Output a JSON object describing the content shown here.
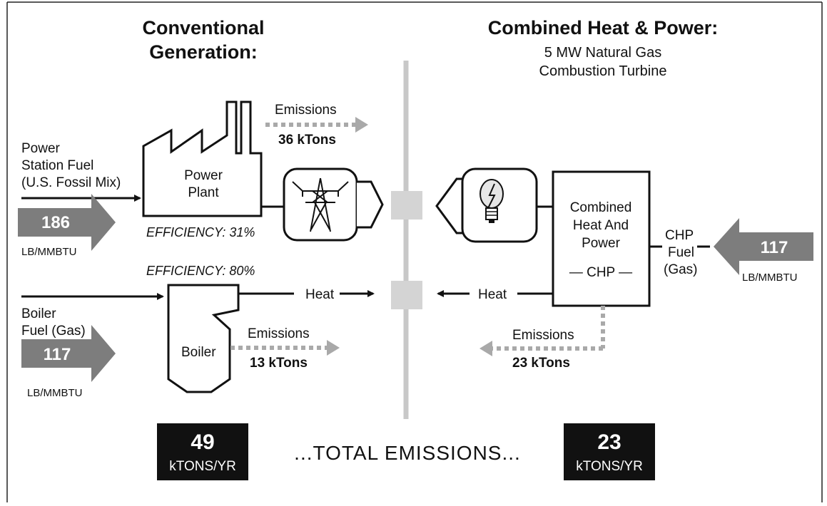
{
  "headings": {
    "left_line1": "Conventional",
    "left_line2": "Generation:",
    "right_title": "Combined Heat & Power:",
    "right_sub1": "5 MW Natural Gas",
    "right_sub2": "Combustion Turbine"
  },
  "conventional": {
    "power_fuel": {
      "label_line1": "Power",
      "label_line2": "Station Fuel",
      "label_line3": "(U.S. Fossil Mix)",
      "value": "186",
      "unit": "LB/MMBTU"
    },
    "power_plant": {
      "label_line1": "Power",
      "label_line2": "Plant",
      "efficiency": "EFFICIENCY: 31%"
    },
    "power_emissions": {
      "label": "Emissions",
      "value": "36 kTons"
    },
    "boiler_fuel": {
      "label_line1": "Boiler",
      "label_line2": "Fuel (Gas)",
      "value": "117",
      "unit": "LB/MMBTU"
    },
    "boiler": {
      "label": "Boiler",
      "efficiency": "EFFICIENCY: 80%"
    },
    "boiler_emissions": {
      "label": "Emissions",
      "value": "13 kTons"
    },
    "heat_label": "Heat"
  },
  "chp": {
    "unit_line1": "Combined",
    "unit_line2": "Heat And",
    "unit_line3": "Power",
    "unit_line4": "— CHP —",
    "fuel_line1": "CHP",
    "fuel_line2": "Fuel",
    "fuel_line3": "(Gas)",
    "fuel_value": "117",
    "fuel_unit": "LB/MMBTU",
    "heat_label": "Heat",
    "emissions": {
      "label": "Emissions",
      "value": "23 kTons"
    }
  },
  "totals": {
    "left_value": "49",
    "left_unit": "kTONS/YR",
    "middle_text": "...TOTAL EMISSIONS...",
    "right_value": "23",
    "right_unit": "kTONS/YR"
  },
  "colors": {
    "gray_arrow": "#7d7d7d",
    "divider": "#c8c8c8",
    "dashed": "#a9a9a9",
    "total_box": "#111111"
  }
}
